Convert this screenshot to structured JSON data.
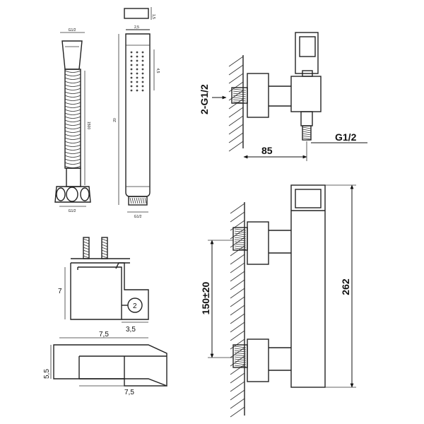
{
  "hose": {
    "top_label": "G1/2",
    "side_label": "1500",
    "bottom_label": "G1/2"
  },
  "handshower": {
    "top_dim": "2,5",
    "length_dim": "20",
    "holes_dim": "4,5",
    "bottom_label": "G1/2",
    "end_dim": "1,5"
  },
  "holder": {
    "height_dim": "7",
    "hole_dim": "2",
    "depth_dim": "3,5",
    "width_dim": "7,5",
    "plan_height_dim": "5,5",
    "plan_width_dim": "7,5"
  },
  "angle_valve": {
    "inlet_label": "2-G1/2",
    "depth_dim": "85",
    "outlet_label": "G1/2"
  },
  "mixer": {
    "center_dim": "150±20",
    "height_dim": "262"
  }
}
